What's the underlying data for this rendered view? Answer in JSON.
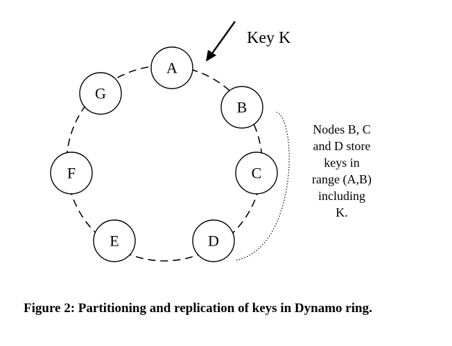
{
  "diagram": {
    "nodes": [
      {
        "label": "A"
      },
      {
        "label": "B"
      },
      {
        "label": "C"
      },
      {
        "label": "D"
      },
      {
        "label": "E"
      },
      {
        "label": "F"
      },
      {
        "label": "G"
      }
    ],
    "key_label": "Key K",
    "annotation_lines": [
      "Nodes B, C",
      "and D store",
      "keys in",
      "range (A,B)",
      "including",
      "K."
    ]
  },
  "caption": "Figure 2: Partitioning and replication of keys in Dynamo ring."
}
